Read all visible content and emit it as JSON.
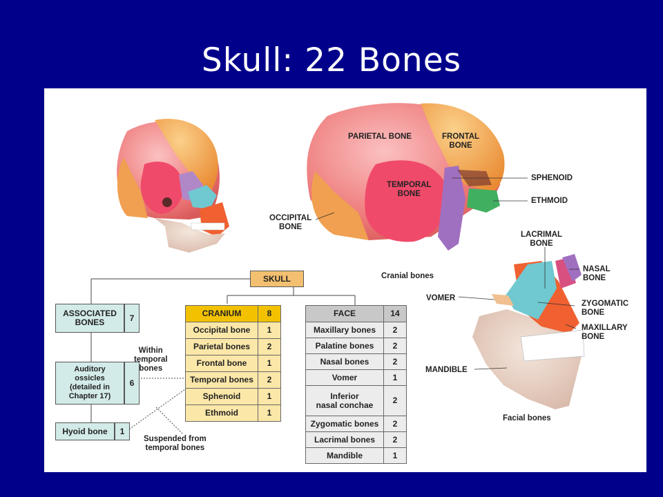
{
  "title": "Skull:  22 Bones",
  "cranial_labels": {
    "parietal": "PARIETAL BONE",
    "frontal": "FRONTAL\nBONE",
    "temporal": "TEMPORAL\nBONE",
    "occipital": "OCCIPITAL\nBONE",
    "sphenoid": "SPHENOID",
    "ethmoid": "ETHMOID",
    "caption": "Cranial bones"
  },
  "facial_labels": {
    "lacrimal": "LACRIMAL\nBONE",
    "nasal": "NASAL\nBONE",
    "vomer": "VOMER",
    "zygomatic": "ZYGOMATIC\nBONE",
    "maxillary": "MAXILLARY\nBONE",
    "mandible": "MANDIBLE",
    "caption": "Facial bones"
  },
  "skull_box": "SKULL",
  "associated": {
    "label": "ASSOCIATED\nBONES",
    "count": "7"
  },
  "ossicles": {
    "label": "Auditory\nossicles\n(detailed in\nChapter 17)",
    "count": "6"
  },
  "hyoid": {
    "label": "Hyoid bone",
    "count": "1"
  },
  "notes": {
    "within": "Within\ntemporal\nbones",
    "suspended": "Suspended from\ntemporal bones"
  },
  "cranium": {
    "header": "CRANIUM",
    "count": "8",
    "rows": [
      {
        "name": "Occipital bone",
        "count": "1"
      },
      {
        "name": "Parietal bones",
        "count": "2"
      },
      {
        "name": "Frontal bone",
        "count": "1"
      },
      {
        "name": "Temporal bones",
        "count": "2"
      },
      {
        "name": "Sphenoid",
        "count": "1"
      },
      {
        "name": "Ethmoid",
        "count": "1"
      }
    ]
  },
  "face": {
    "header": "FACE",
    "count": "14",
    "rows": [
      {
        "name": "Maxillary bones",
        "count": "2"
      },
      {
        "name": "Palatine bones",
        "count": "2"
      },
      {
        "name": "Nasal bones",
        "count": "2"
      },
      {
        "name": "Vomer",
        "count": "1"
      },
      {
        "name": "Inferior\nnasal conchae",
        "count": "2"
      },
      {
        "name": "Zygomatic bones",
        "count": "2"
      },
      {
        "name": "Lacrimal bones",
        "count": "2"
      },
      {
        "name": "Mandible",
        "count": "1"
      }
    ]
  },
  "colors": {
    "background": "#00008b",
    "parietal": "#f08080",
    "frontal": "#f0a050",
    "temporal": "#f04a6a",
    "sphenoid": "#a070c0",
    "ethmoid": "#40b060",
    "zygomatic": "#70c8d0",
    "maxillary": "#f06030",
    "mandible": "#e8d0c0",
    "cranium_fill": "#fbe7a8",
    "cranium_header": "#f2c200",
    "face_fill": "#ececec",
    "face_header": "#c8c8c8",
    "associated_fill": "#d3ebe8",
    "skull_fill": "#f2c070"
  }
}
